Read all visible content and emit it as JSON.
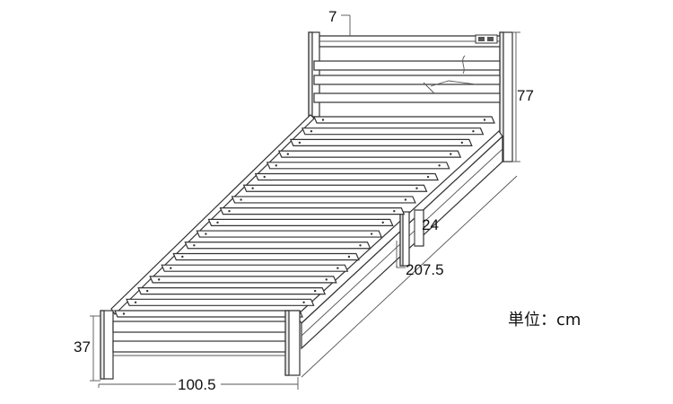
{
  "dimensions": {
    "headboard_thickness": "7",
    "headboard_height": "77",
    "frame_height": "24",
    "length": "207.5",
    "foot_height": "37",
    "width": "100.5"
  },
  "unit_label": "単位：cm",
  "icons": {
    "outlet": "outlet-icon"
  }
}
